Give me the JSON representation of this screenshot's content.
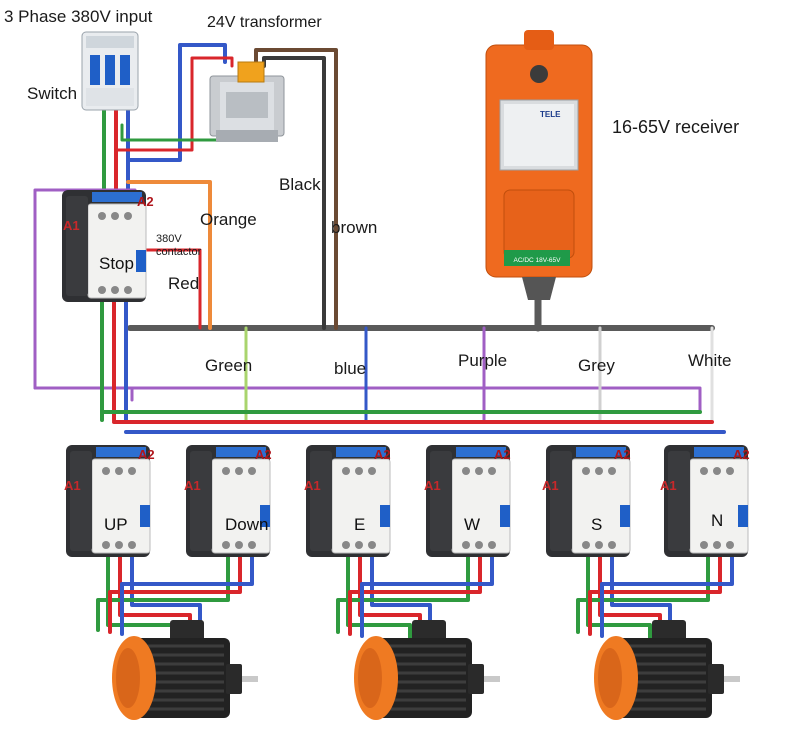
{
  "labels": {
    "input": "3 Phase 380V input",
    "transformer": "24V transformer",
    "switch": "Switch",
    "receiver": "16-65V receiver",
    "black": "Black",
    "orange": "Orange",
    "brown": "brown",
    "red": "Red",
    "contactor_note": "380V contactor",
    "green": "Green",
    "blue": "blue",
    "purple": "Purple",
    "grey": "Grey",
    "white": "White"
  },
  "contactors": {
    "stop": "Stop",
    "up": "UP",
    "down": "Down",
    "e": "E",
    "w": "W",
    "s": "S",
    "n": "N",
    "terminal_a1": "A1",
    "terminal_a2": "A2"
  },
  "receiver_panel": {
    "brand": "TELE",
    "rating": "AC/DC 18V-65V"
  },
  "colors": {
    "wire_red": "#d9262b",
    "wire_green": "#2f9a3f",
    "wire_blue": "#3458c8",
    "wire_purple": "#a05fc4",
    "wire_orange": "#ee8a3a",
    "wire_brown": "#6b4a33",
    "wire_black": "#3a3a3a",
    "wire_grey": "#bdbdbd",
    "receiver_orange": "#ef6a1f",
    "motor_orange": "#ef7a22",
    "contactor_body": "#2f3033"
  }
}
